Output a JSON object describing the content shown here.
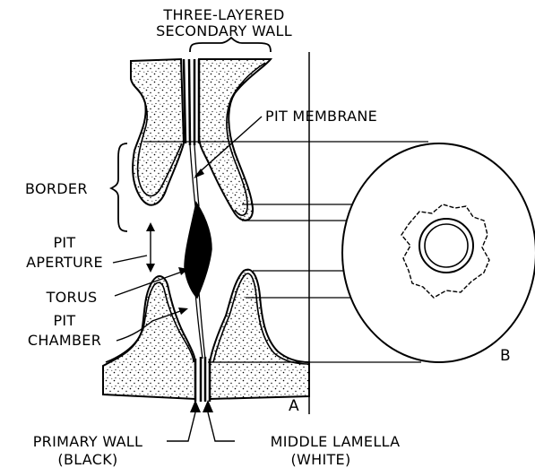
{
  "labels": {
    "wall_line1": "THREE-LAYERED",
    "wall_line2": "SECONDARY WALL",
    "pit_membrane": "PIT MEMBRANE",
    "border": "BORDER",
    "pit_aperture_line1": "PIT",
    "pit_aperture_line2": "APERTURE",
    "torus": "TORUS",
    "pit_chamber_line1": "PIT",
    "pit_chamber_line2": "CHAMBER",
    "primary_wall_line1": "PRIMARY WALL",
    "primary_wall_line2": "(BLACK)",
    "middle_lamella_line1": "MIDDLE LAMELLA",
    "middle_lamella_line2": "(WHITE)",
    "view_a": "A",
    "view_b": "B"
  },
  "colors": {
    "ink": "#000000",
    "paper": "#ffffff"
  }
}
